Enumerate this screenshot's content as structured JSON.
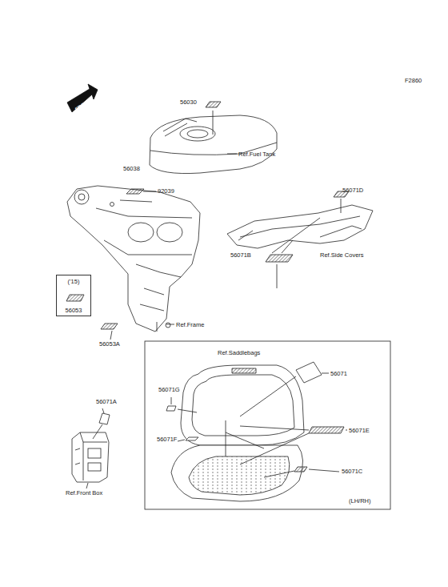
{
  "diagram": {
    "nodes": [
      {
        "text": [
          "('15)",
          "56053"
        ]
      }
    ],
    "labels": [
      "F2860",
      "FRONT",
      "56030",
      "Ref.Fuel Tank",
      "56038",
      "92039",
      "56071D",
      "56071B",
      "Ref.Side Covers",
      "Ref.Frame",
      "56053A",
      "Ref.Saddlebags",
      "56071",
      "56071G",
      "56071F",
      "56071E",
      "56071C",
      "(LH/RH)",
      "56071A",
      "Ref.Front Box"
    ]
  }
}
